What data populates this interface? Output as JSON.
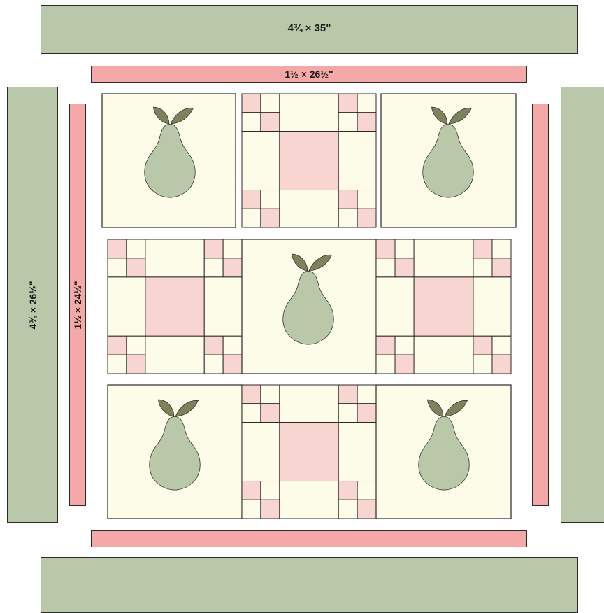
{
  "diagram": {
    "border_labels": {
      "outer_top": "4¾ × 35\"",
      "inner_top": "1½ × 26½\"",
      "outer_left": "4¾ × 26½\"",
      "inner_left": "1½ × 24½\""
    },
    "colors": {
      "outer_border": "#b9c8a9",
      "inner_border": "#f4a9a8",
      "block_background": "#fdfce9",
      "nine_patch_pink": "#f9d5d1",
      "corner_square_pink": "#f9d5d1",
      "pear_body": "#b9c8a9",
      "pear_leaf": "#7b825c",
      "outline": "#2a2a2a"
    },
    "icons": [
      "pear-icon",
      "nine-patch-block"
    ]
  }
}
